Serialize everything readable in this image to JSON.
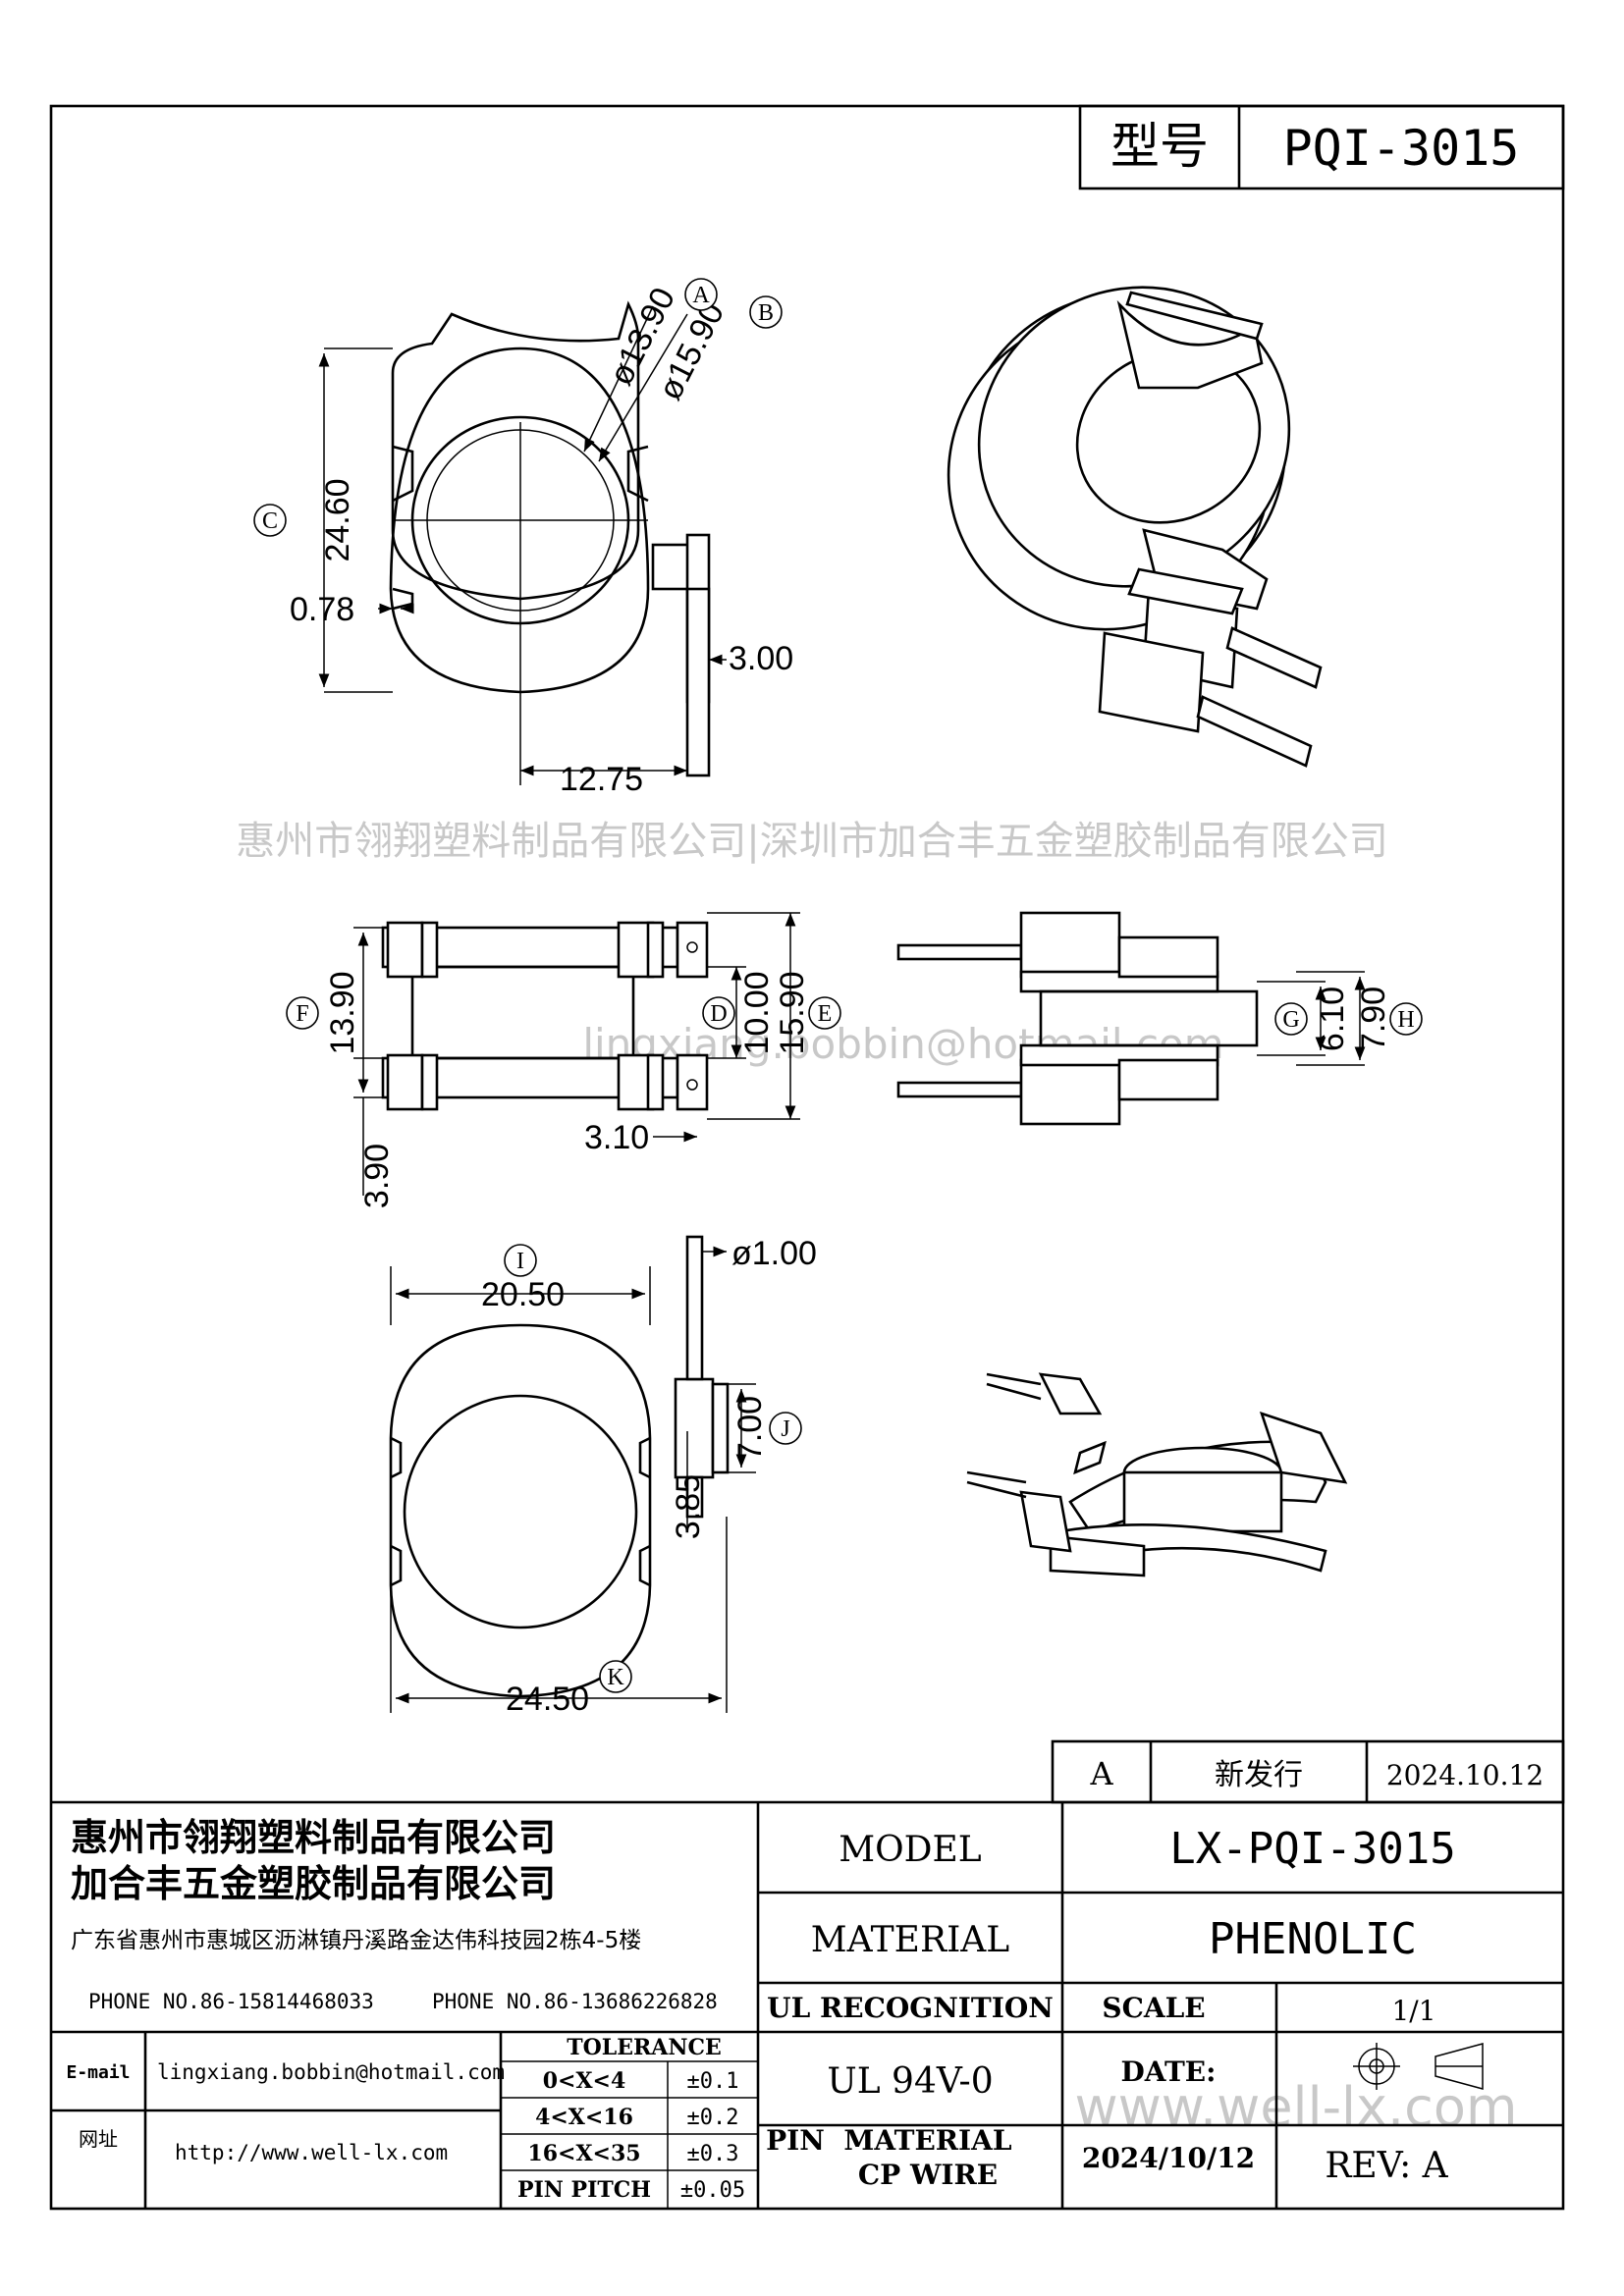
{
  "header": {
    "model_label": "型号",
    "model_value": "PQI-3015"
  },
  "watermarks": {
    "companies": "惠州市翎翔塑料制品有限公司|深圳市加合丰五金塑胶制品有限公司",
    "email": "lingxiang.bobbin@hotmail.com",
    "web": "www.well-lx.com"
  },
  "dimensions": {
    "top_view": {
      "a": "ø13.90",
      "b": "ø15.90",
      "c": "24.60",
      "d": "0.78",
      "e": "3.00",
      "f": "12.75",
      "tag_a": "A",
      "tag_b": "B",
      "tag_c": "C"
    },
    "side_view": {
      "a": "13.90",
      "b": "3.90",
      "c": "10.00",
      "d": "15.90",
      "e": "3.10",
      "f": "6.10",
      "g": "7.90",
      "tag_d": "D",
      "tag_e": "E",
      "tag_f": "F",
      "tag_g": "G",
      "tag_h": "H"
    },
    "bottom_view": {
      "a": "20.50",
      "b": "ø1.00",
      "c": "7.00",
      "d": "3.85",
      "e": "24.50",
      "tag_i": "I",
      "tag_j": "J",
      "tag_k": "K"
    }
  },
  "revision_row": {
    "rev": "A",
    "desc": "新发行",
    "date": "2024.10.12"
  },
  "title_block": {
    "company_1": "惠州市翎翔塑料制品有限公司",
    "company_2": "加合丰五金塑胶制品有限公司",
    "address": "广东省惠州市惠城区沥淋镇丹溪路金达伟科技园2栋4-5楼",
    "phone_1": "PHONE NO.86-15814468033",
    "phone_2": "PHONE NO.86-13686226828",
    "email_label": "E-mail",
    "email": "lingxiang.bobbin@hotmail.com",
    "web_label": "网址",
    "web": "http://www.well-lx.com",
    "tolerance_label": "TOLERANCE",
    "tolerances": [
      {
        "range": "0<X<4",
        "value": "±0.1"
      },
      {
        "range": "4<X<16",
        "value": "±0.2"
      },
      {
        "range": "16<X<35",
        "value": "±0.3"
      },
      {
        "range": "PIN PITCH",
        "value": "±0.05"
      }
    ],
    "model_label": "MODEL",
    "model_value": "LX-PQI-3015",
    "material_label": "MATERIAL",
    "material_value": "PHENOLIC",
    "ul_label": "UL RECOGNITION",
    "ul_value": "UL 94V-0",
    "scale_label": "SCALE",
    "scale_value": "1/1",
    "pin_label": "PIN",
    "pin_material_label": "MATERIAL",
    "pin_material_value": "CP WIRE",
    "date_label": "DATE:",
    "date_value": "2024/10/12",
    "rev_label": "REV: A"
  }
}
